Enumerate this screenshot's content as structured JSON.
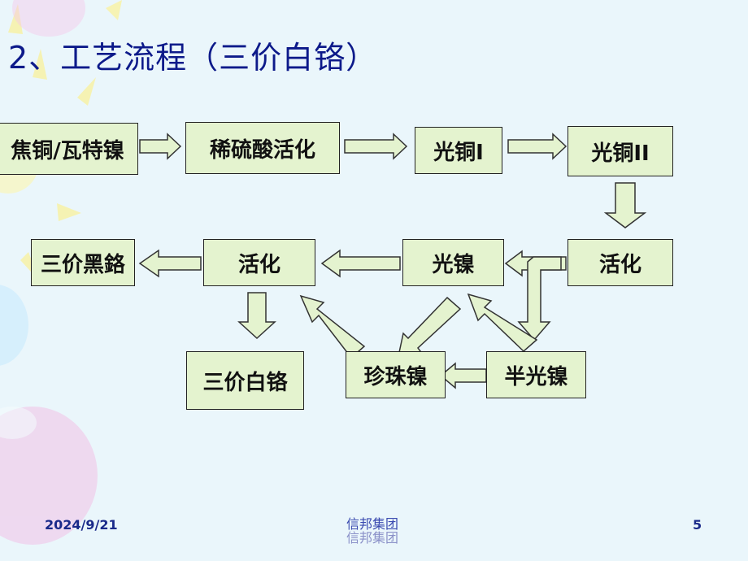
{
  "title": "2、工艺流程（三价白铬）",
  "nodes": {
    "pyro_copper": "焦铜/瓦特镍",
    "acid_activation": "稀硫酸活化",
    "bright_copper_1": "光铜I",
    "bright_copper_2": "光铜II",
    "activation_right": "活化",
    "bright_nickel": "光镍",
    "activation_mid": "活化",
    "trivalent_black": "三价黑鉻",
    "trivalent_white": "三价白铬",
    "pearl_nickel": "珍珠镍",
    "semi_bright_nickel": "半光镍"
  },
  "footer": {
    "date": "2024/9/21",
    "company": "信邦集团",
    "company_shadow": "信邦集团",
    "page": "5"
  },
  "colors": {
    "background": "#eaf6fb",
    "box_fill": "#e4f3cf",
    "arrow_fill": "#e4f3cf",
    "title": "#0d1a8a"
  }
}
